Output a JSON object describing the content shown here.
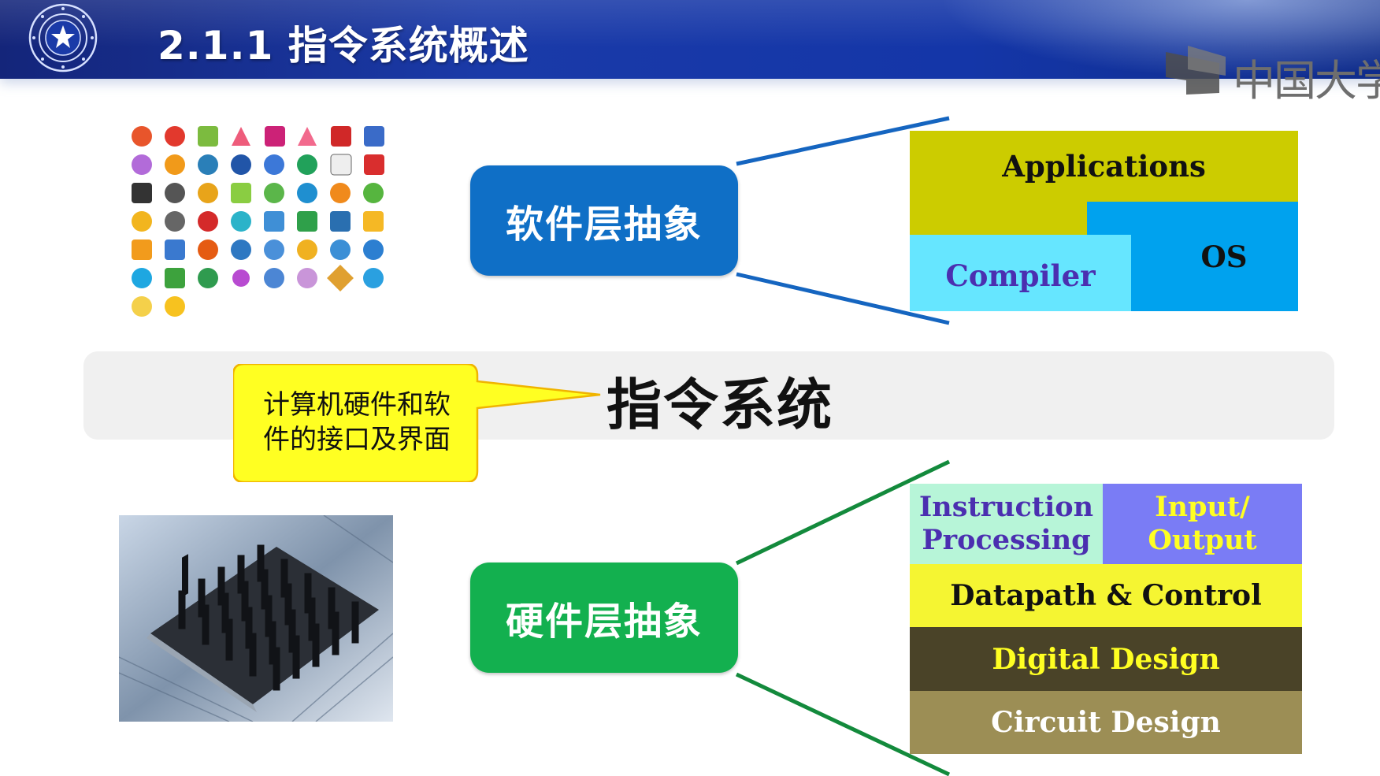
{
  "header": {
    "title": "2.1.1 指令系统概述",
    "watermark": "中国大学"
  },
  "center": {
    "title": "指令系统",
    "callout_line1": "计算机硬件和软",
    "callout_line2": "件的接口及界面"
  },
  "software": {
    "label": "软件层抽象",
    "layers": {
      "applications": "Applications",
      "os": "OS",
      "compiler": "Compiler"
    }
  },
  "hardware": {
    "label": "硬件层抽象",
    "layers": {
      "instruction_line1": "Instruction",
      "instruction_line2": "Processing",
      "io_line1": "Input/",
      "io_line2": "Output",
      "datapath": "Datapath & Control",
      "digital": "Digital Design",
      "circuit": "Circuit Design"
    }
  },
  "colors": {
    "header_blue": "#1a3aa8",
    "software_blue": "#0f6fc6",
    "hardware_green": "#13b04f",
    "applications": "#cccc00",
    "os": "#00a2ee",
    "compiler": "#66e6ff",
    "instruction": "#b7f5d8",
    "io": "#7a7cf5",
    "datapath": "#f5f532",
    "digital": "#4a4328",
    "circuit": "#9c8e55",
    "callout": "#ffff22"
  }
}
